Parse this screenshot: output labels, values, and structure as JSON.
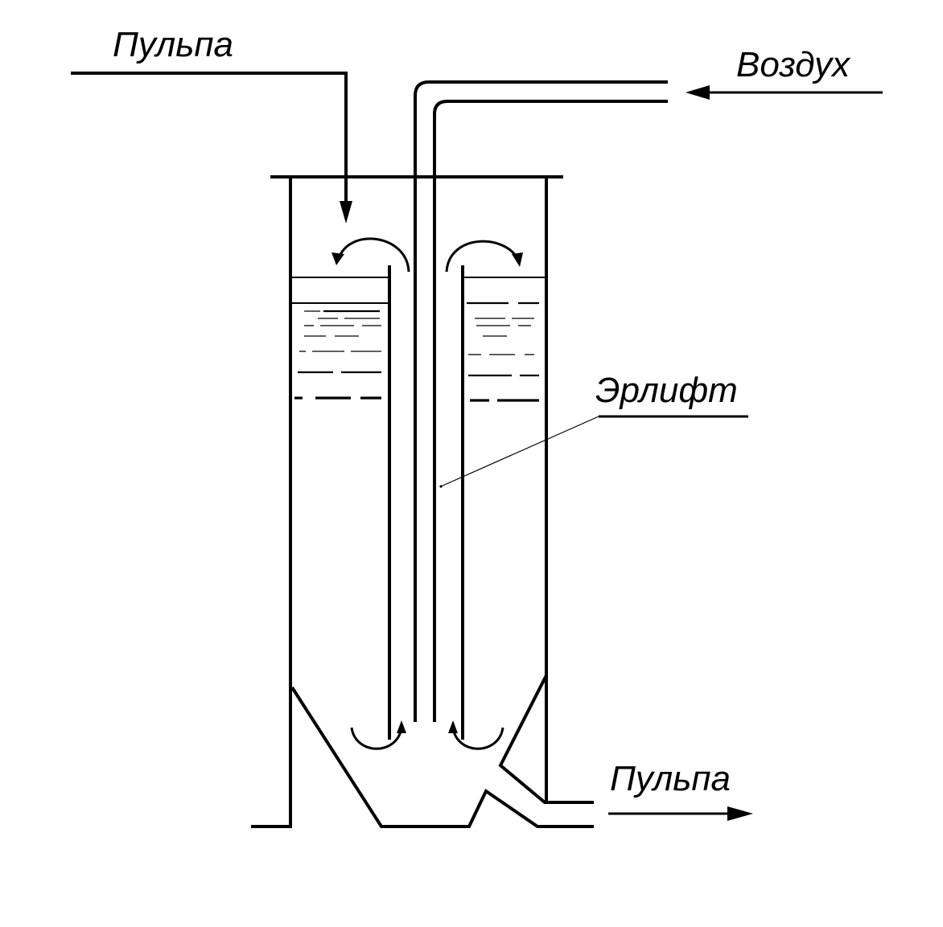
{
  "labels": {
    "pulp_in": "Пульпа",
    "air_in": "Воздух",
    "airlift": "Эрлифт",
    "pulp_out": "Пульпа"
  },
  "colors": {
    "ink": "#000000",
    "background": "#ffffff"
  }
}
